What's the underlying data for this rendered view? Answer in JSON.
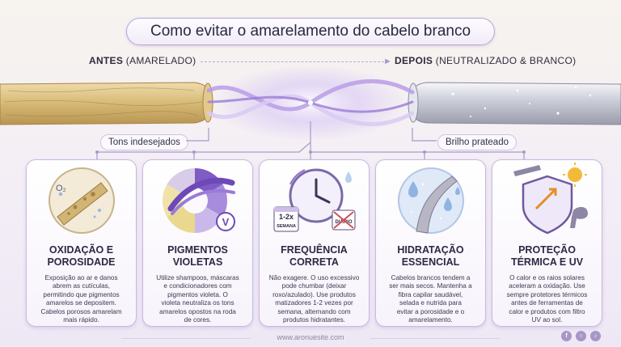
{
  "title": "Como evitar o amarelamento do cabelo branco",
  "before_label": {
    "strong": "ANTES",
    "rest": " (AMARELADO)"
  },
  "after_label": {
    "strong": "DEPOIS",
    "rest": " (NEUTRALIZADO & BRANCO)"
  },
  "callouts": {
    "left": "Tons indesejados",
    "right": "Brilho prateado"
  },
  "colors": {
    "accent": "#8e6ccf",
    "yellow_strand": "#d9bf82",
    "silver_strand": "#d7d9e3",
    "card_border": "#c9b8e3"
  },
  "cards": [
    {
      "icon": "oxidation-porous-strand-icon",
      "title": "OXIDAÇÃO E\nPOROSIDADE",
      "body": "Exposição ao ar e danos\nabrem as cutículas,\npermitindo que pigmentos\namarelos se depositem.\nCabelos porosos amarelam\nmais rápido.",
      "o2_label": "O₂"
    },
    {
      "icon": "color-wheel-violet-icon",
      "title": "PIGMENTOS\nVIOLETAS",
      "body": "Utilize shampoos, máscaras\ne condicionadores com\npigmentos violeta. O\nvioleta neutraliza os tons\namarelos opostos na roda\nde cores.",
      "badge": "V"
    },
    {
      "icon": "clock-calendar-icon",
      "title": "FREQUÊNCIA\nCORRETA",
      "body": "Não exagere. O uso excessivo\npode chumbar (deixar\nroxo/azulado). Use produtos\nmatizadores 1-2 vezes por\nsemana, alternando com\nprodutos hidratantes.",
      "tag_weekly_top": "1-2x",
      "tag_weekly_bottom": "SEMANA",
      "tag_daily": "DIÁRIO"
    },
    {
      "icon": "hydration-drops-icon",
      "title": "HIDRATAÇÃO\nESSENCIAL",
      "body": "Cabelos brancos tendem a\nser mais secos. Mantenha a\nfibra capilar saudável,\nselada e nutrida para\nevitar a porosidade e o\namarelamento."
    },
    {
      "icon": "thermal-uv-shield-icon",
      "title": "PROTEÇÃO\nTÉRMICA E UV",
      "body": "O calor e os raios solares\naceleram a oxidação. Use\nsempre protetores térmicos\nantes de ferramentas de\ncalor e produtos com filtro\nUV ao sol."
    }
  ],
  "footer": "www.aronuesite.com",
  "social": [
    "facebook-icon",
    "instagram-icon",
    "tiktok-icon"
  ]
}
